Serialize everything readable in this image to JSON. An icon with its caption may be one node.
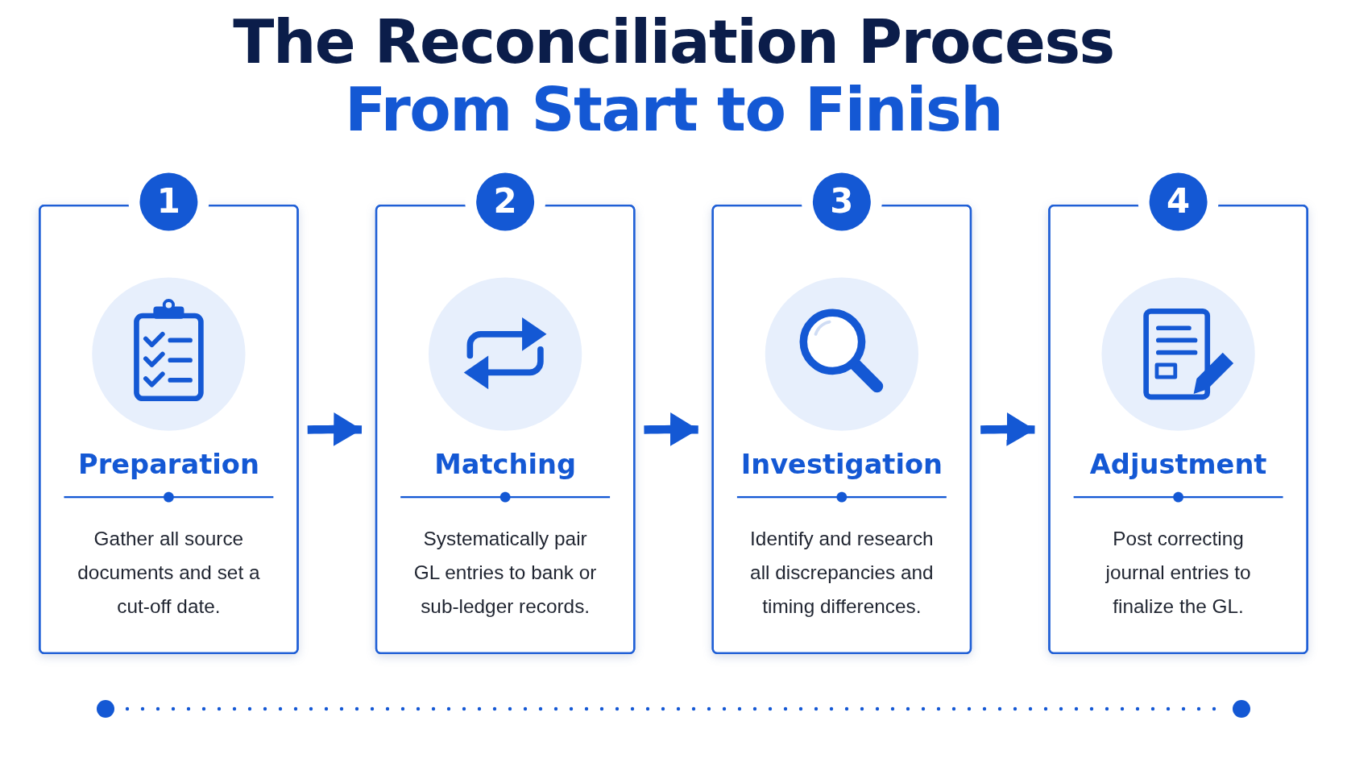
{
  "diagram": {
    "title": "The Reconciliation Process",
    "labels": [
      "From Start to Finish"
    ],
    "nodes": [
      {
        "text": [
          "1",
          "Preparation",
          "Gather all source documents and set a cut-off date."
        ]
      },
      {
        "text": [
          "2",
          "Matching",
          "Systematically pair GL entries to bank or sub-ledger records."
        ]
      },
      {
        "text": [
          "3",
          "Investigation",
          "Identify and research all discrepancies and timing differences."
        ]
      },
      {
        "text": [
          "4",
          "Adjustment",
          "Post correcting journal entries to finalize the GL."
        ]
      }
    ],
    "edges": [
      {
        "from": 0,
        "to": 1,
        "arrow": "to"
      },
      {
        "from": 1,
        "to": 2,
        "arrow": "to"
      },
      {
        "from": 2,
        "to": 3,
        "arrow": "to"
      }
    ]
  }
}
